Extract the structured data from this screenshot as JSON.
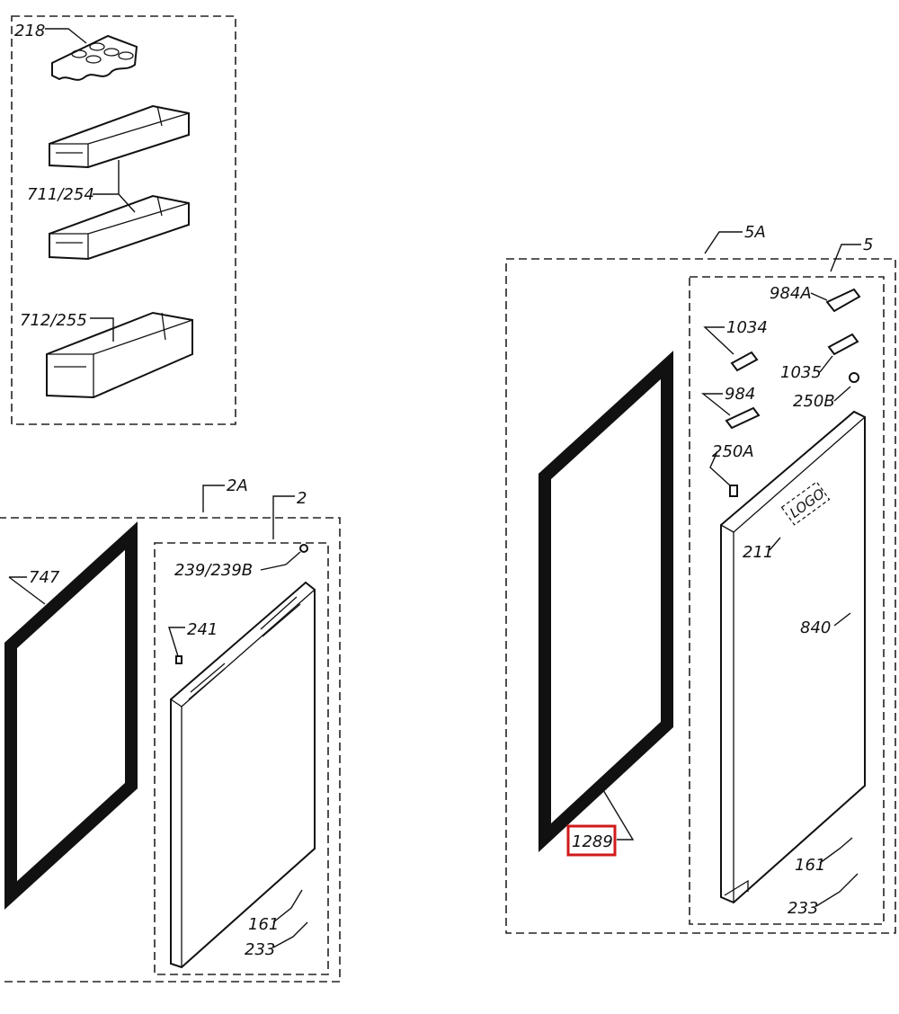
{
  "diagram": {
    "callouts": {
      "c218": "218",
      "c711_254": "711/254",
      "c712_255": "712/255",
      "c2A": "2A",
      "c2": "2",
      "c747": "747",
      "c239_239B": "239/239B",
      "c241": "241",
      "c161_left": "161",
      "c233_left": "233",
      "c5A": "5A",
      "c5": "5",
      "c984A": "984A",
      "c1034": "1034",
      "c1035": "1035",
      "c984": "984",
      "c250B": "250B",
      "c250A": "250A",
      "c211": "211",
      "c840": "840",
      "c1289": "1289",
      "c161_right": "161",
      "c233_right": "233"
    },
    "door_logo": "LOGO",
    "highlighted_callout": "1289",
    "highlight_color": "#d11a1a"
  }
}
